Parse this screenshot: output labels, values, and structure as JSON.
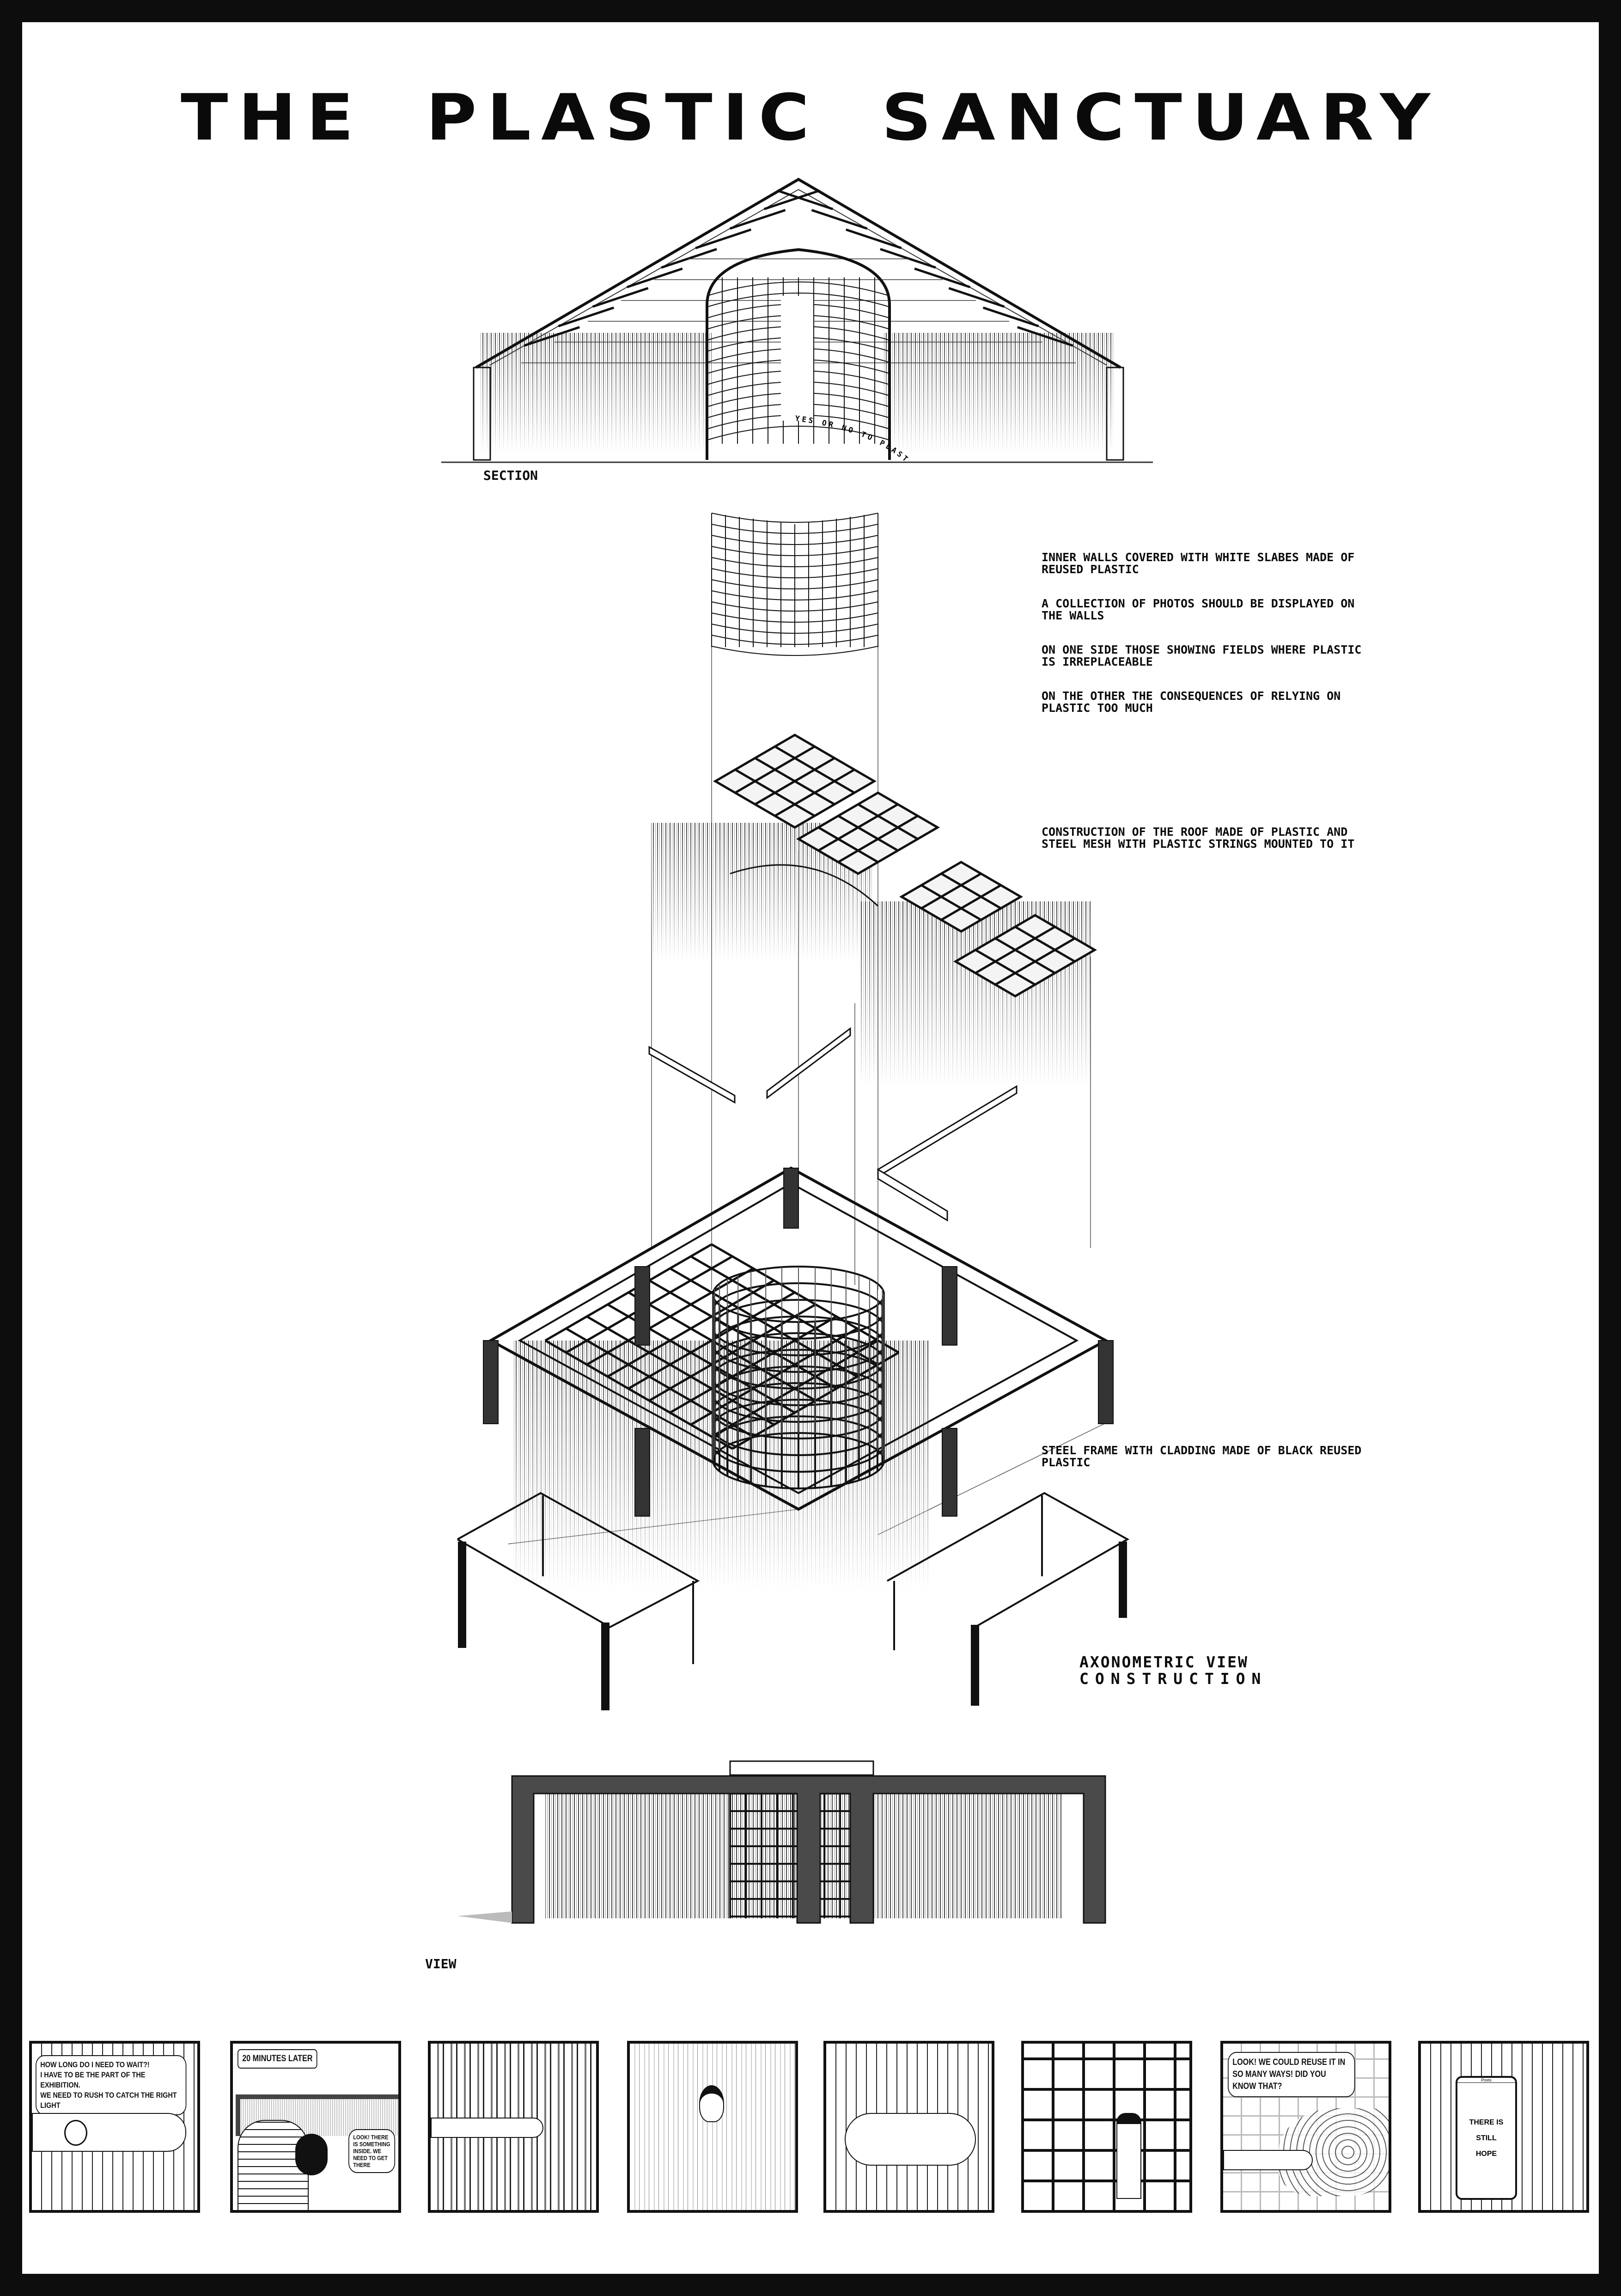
{
  "title": "THE PLASTIC SANCTUARY",
  "section": {
    "label": "SECTION",
    "curved_text": "YES OR NO TO PLASTIC?"
  },
  "notes": {
    "inner_walls": [
      "INNER WALLS COVERED WITH WHITE SLABES MADE OF REUSED PLASTIC",
      "A COLLECTION OF PHOTOS SHOULD BE DISPLAYED ON THE WALLS",
      "ON ONE SIDE THOSE SHOWING FIELDS WHERE PLASTIC IS IRREPLACEABLE",
      "ON THE OTHER THE CONSEQUENCES OF RELYING ON PLASTIC TOO MUCH"
    ],
    "roof": "CONSTRUCTION OF THE ROOF MADE OF PLASTIC AND STEEL MESH WITH PLASTIC STRINGS MOUNTED TO IT",
    "frame": "STEEL FRAME WITH CLADDING MADE OF BLACK REUSED PLASTIC"
  },
  "axonometric": {
    "line1": "AXONOMETRIC VIEW",
    "line2": "CONSTRUCTION"
  },
  "view": {
    "label": "VIEW"
  },
  "comic": {
    "panel1": {
      "line1": "HOW LONG DO I NEED TO WAIT?!",
      "line2": "I HAVE TO BE THE PART OF THE EXHIBITION.",
      "line3": "WE NEED TO RUSH TO CATCH THE RIGHT LIGHT"
    },
    "panel2": {
      "caption": "20 MINUTES LATER",
      "speech": "LOOK! THERE IS SOMETHING INSIDE. WE NEED TO GET THERE"
    },
    "panel7": {
      "speech": "LOOK! WE COULD REUSE IT IN SO MANY WAYS! DID YOU KNOW THAT?"
    },
    "panel8": {
      "app_header": "Posts",
      "msg1": "THERE IS STILL",
      "msg2": "HOPE"
    }
  }
}
